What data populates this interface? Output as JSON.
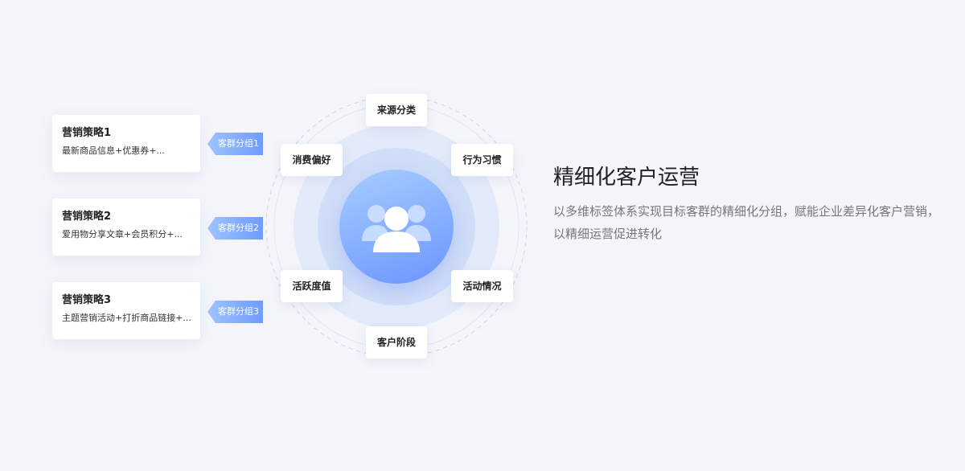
{
  "strategies": [
    {
      "title": "营销策略1",
      "desc": "最新商品信息+优惠券+..."
    },
    {
      "title": "营销策略2",
      "desc": "爱用物分享文章+会员积分+..."
    },
    {
      "title": "营销策略3",
      "desc": "主题营销活动+打折商品链接+..."
    }
  ],
  "groups": [
    "客群分组1",
    "客群分组2",
    "客群分组3"
  ],
  "tags": {
    "source": "来源分类",
    "preference": "消费偏好",
    "behavior": "行为习惯",
    "activity_level": "活跃度值",
    "activity_status": "活动情况",
    "stage": "客户阶段"
  },
  "headline": "精细化客户运营",
  "description": "以多维标签体系实现目标客群的精细化分组，赋能企业差异化客户营销，以精细运营促进转化",
  "colors": {
    "accent": "#6f9cff",
    "accent_light": "#9ec3ff"
  },
  "center_icon": "user-group-icon"
}
